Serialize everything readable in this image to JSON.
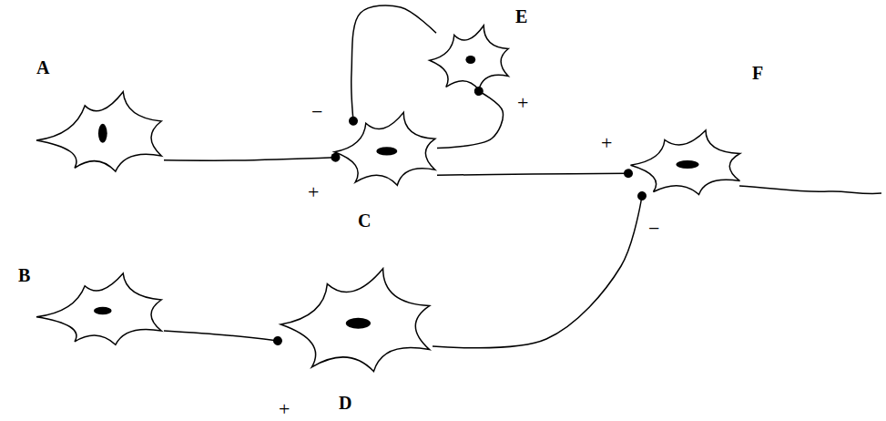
{
  "diagram": {
    "nodes": [
      {
        "text": [
          "A"
        ]
      },
      {
        "text": [
          "C"
        ]
      },
      {
        "text": [
          "E"
        ]
      },
      {
        "text": [
          "F"
        ]
      },
      {
        "text": [
          "B"
        ]
      },
      {
        "text": [
          "D"
        ]
      }
    ],
    "edges": [
      {
        "from": 0,
        "to": 1,
        "arrow": "to",
        "label": "+"
      },
      {
        "from": 2,
        "to": 1,
        "arrow": "to",
        "label": "−"
      },
      {
        "from": 1,
        "to": 2,
        "arrow": "to",
        "label": "+"
      },
      {
        "from": 1,
        "to": 3,
        "arrow": "to",
        "label": "+"
      },
      {
        "from": 4,
        "to": 5,
        "arrow": "to",
        "label": "+"
      },
      {
        "from": 5,
        "to": 3,
        "arrow": "to",
        "label": "−"
      }
    ]
  }
}
